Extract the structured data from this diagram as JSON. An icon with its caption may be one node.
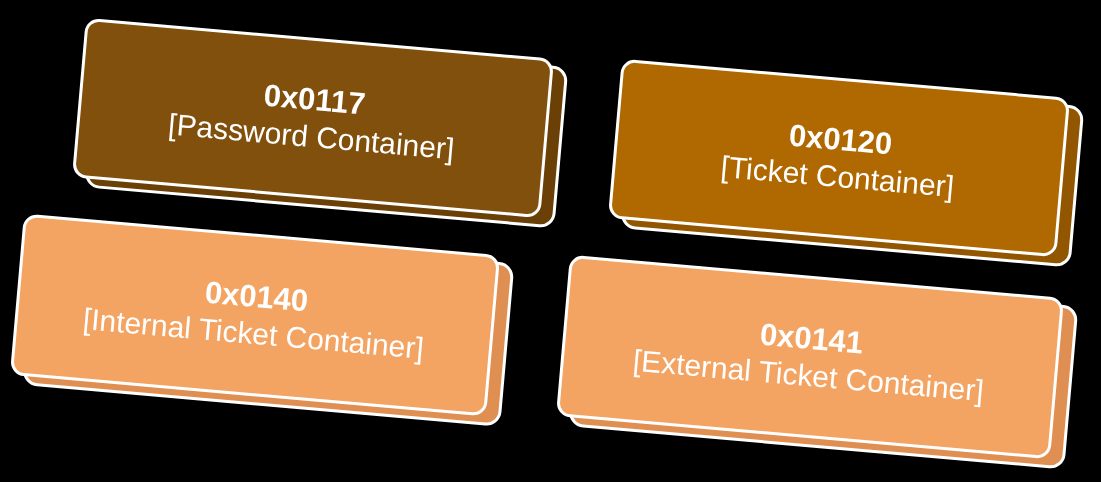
{
  "diagram": {
    "nodes": [
      {
        "text": [
          "0x0117",
          "[Password Container]"
        ]
      },
      {
        "text": [
          "0x0120",
          "[Ticket Container]"
        ]
      },
      {
        "text": [
          "0x0140",
          "[Internal Ticket Container]"
        ]
      },
      {
        "text": [
          "0x0141",
          "[External Ticket Container]"
        ]
      }
    ]
  }
}
